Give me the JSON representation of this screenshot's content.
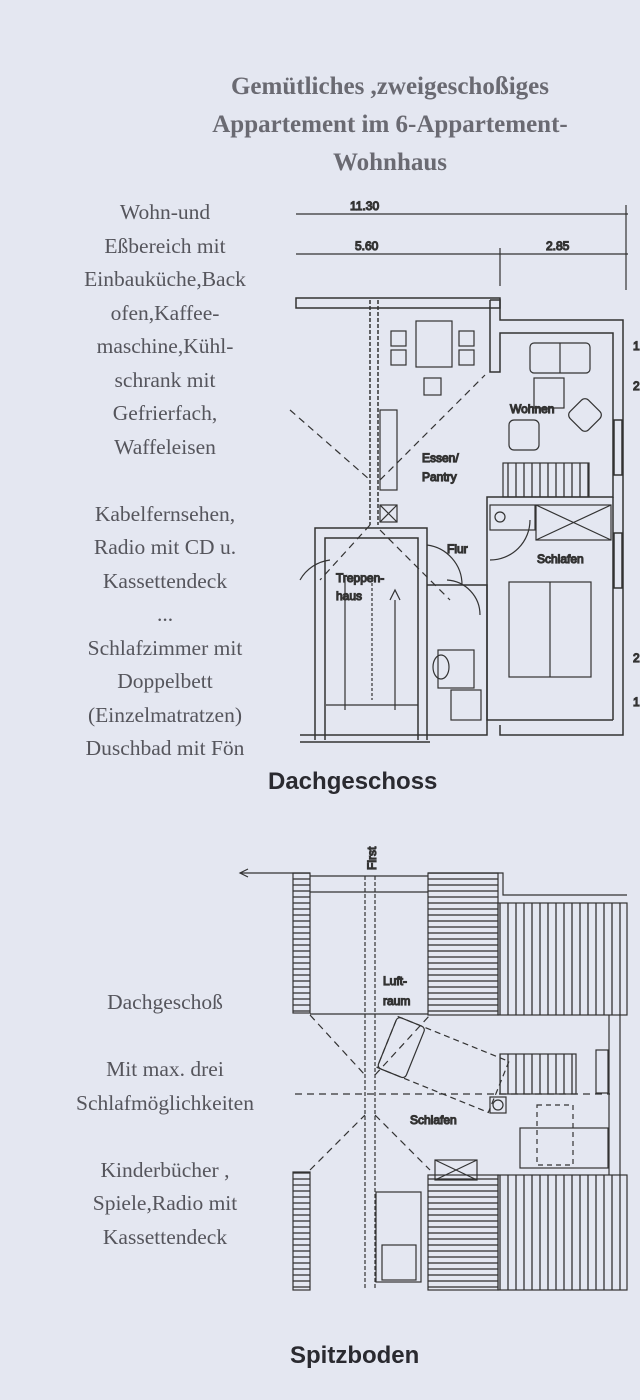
{
  "title": {
    "line1": "Gemütliches ,zweigeschoßiges",
    "line2": "Appartement im 6-Appartement-",
    "line3": "Wohnhaus"
  },
  "section1": {
    "description": [
      "Wohn-und",
      "Eßbereich mit",
      "Einbauküche,Back",
      "ofen,Kaffee-",
      "maschine,Kühl-",
      "schrank mit",
      "Gefrierfach,",
      "Waffeleisen",
      "",
      "Kabelfernsehen,",
      "Radio mit CD u.",
      "Kassettendeck",
      "...",
      "Schlafzimmer mit",
      "Doppelbett",
      "(Einzelmatratzen)",
      "Duschbad mit Fön"
    ],
    "plan": {
      "label": "Dachgeschoss",
      "dimensions": {
        "total": "11.30",
        "left": "5.60",
        "right": "2.85"
      },
      "rooms": {
        "wohnen": "Wohnen",
        "essen": "Essen/",
        "pantry": "Pantry",
        "flur": "Flur",
        "schlafen": "Schlafen",
        "treppen": "Treppen-",
        "haus": "haus"
      },
      "edge_marks": [
        "1",
        "2",
        "2",
        "1"
      ]
    }
  },
  "section2": {
    "description": [
      "Dachgeschoß",
      "",
      "Mit max. drei",
      "Schlafmöglichkeiten",
      "",
      "Kinderbücher ,",
      "Spiele,Radio mit",
      "Kassettendeck"
    ],
    "plan": {
      "label": "Spitzboden",
      "ridge": "First",
      "rooms": {
        "luft": "Luft-",
        "raum": "raum",
        "schlafen": "Schlafen"
      }
    }
  }
}
